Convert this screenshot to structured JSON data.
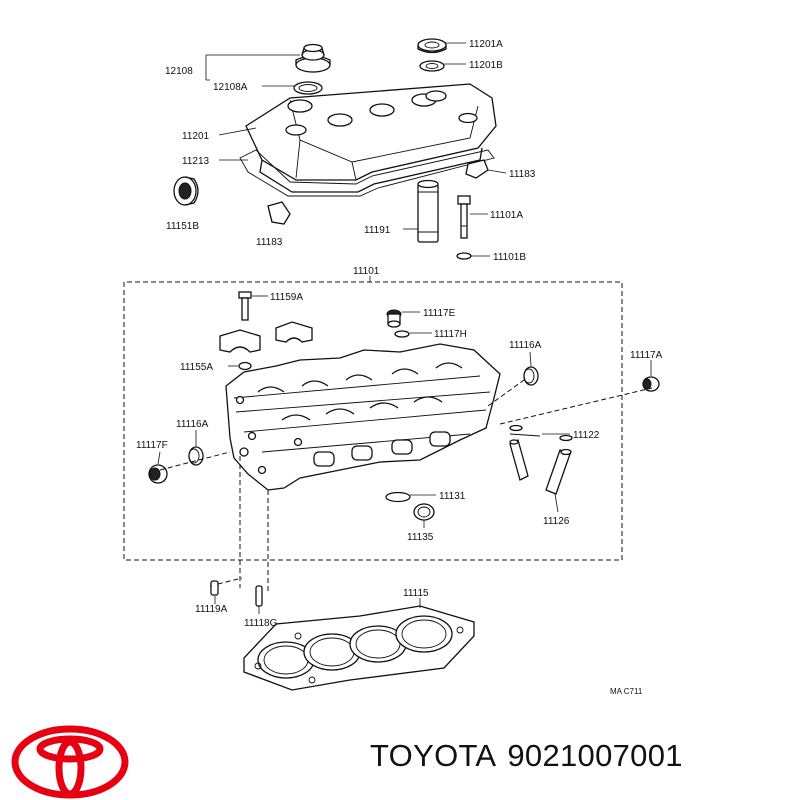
{
  "labels": {
    "l12108": "12108",
    "l12108A": "12108A",
    "l11201A": "11201A",
    "l11201B": "11201B",
    "l11201": "11201",
    "l11213": "11213",
    "l11183a": "11183",
    "l11151B": "11151B",
    "l11183b": "11183",
    "l11191": "11191",
    "l11101A": "11101A",
    "l11101B": "11101B",
    "l11101": "11101",
    "l11159A": "11159A",
    "l11117E": "11117E",
    "l11117H": "11117H",
    "l11116Aa": "11116A",
    "l11117A": "11117A",
    "l11155A": "11155A",
    "l11116Ab": "11116A",
    "l11117F": "11117F",
    "l11122": "11122",
    "l11131": "11131",
    "l11126": "11126",
    "l11135": "11135",
    "l11115": "11115",
    "l11119A": "11119A",
    "l11118G": "11118G",
    "code": "MA C711"
  },
  "brand": {
    "name": "TOYOTA",
    "part_number": "9021007001",
    "logo_color": "#e60012"
  }
}
